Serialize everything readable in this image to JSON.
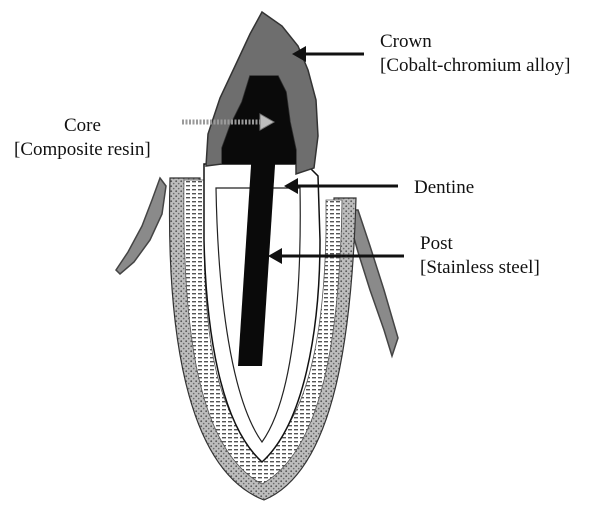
{
  "labels": {
    "crown": "Crown",
    "crown_material": "[Cobalt-chromium alloy]",
    "core": "Core",
    "core_material": "[Composite resin]",
    "dentine": "Dentine",
    "post": "Post",
    "post_material": "[Stainless steel]"
  },
  "colors": {
    "crown_fill": "#6e6e6e",
    "core_fill": "#0a0a0a",
    "post_fill": "#0a0a0a",
    "gum_fill": "#8a8a8a",
    "dentine_fill": "#ffffff",
    "line": "#111111"
  }
}
